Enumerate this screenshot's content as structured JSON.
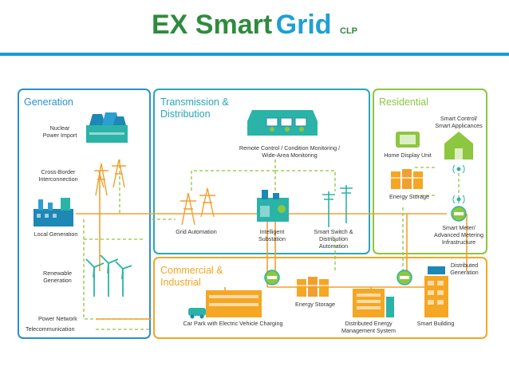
{
  "header": {
    "title_part1": "EX Smart",
    "title_part2": "Grid",
    "title_suffix": "CLP"
  },
  "sections": {
    "generation": "Generation",
    "transmission_line1": "Transmission &",
    "transmission_line2": "Distribution",
    "residential": "Residential",
    "commercial_line1": "Commercial &",
    "commercial_line2": "Industrial"
  },
  "labels": {
    "nuclear_1": "Nuclear",
    "nuclear_2": "Power Import",
    "crossborder_1": "Cross-Border",
    "crossborder_2": "Interconnection",
    "local_generation": "Local Generation",
    "renewable_1": "Renewable",
    "renewable_2": "Generation",
    "remote_1": "Remote Control / Condition Monitoring /",
    "remote_2": "Wide-Area Monitoring",
    "grid_automation": "Grid Automation",
    "substation_1": "Intelligent",
    "substation_2": "Substation",
    "smartswitch_1": "Smart Switch &",
    "smartswitch_2": "Distribution",
    "smartswitch_3": "Automation",
    "home_display": "Home Display Unit",
    "smart_control_1": "Smart Control/",
    "smart_control_2": "Smart Applicances",
    "energy_storage_res": "Energy Storage",
    "smart_meter_1": "Smart Meter/",
    "smart_meter_2": "Advanced Metering",
    "smart_meter_3": "Infrastructure",
    "distributed_gen_1": "Distributed",
    "distributed_gen_2": "Generation",
    "energy_storage_com": "Energy Storage",
    "car_park": "Car Park with Electric Vehicle Charging",
    "dems_1": "Distributed Energy",
    "dems_2": "Management System",
    "smart_building": "Smart Building"
  },
  "legend": {
    "power_network": "Power Network",
    "telecommunication": "Telecommunication"
  },
  "colors": {
    "green_title": "#2e8b3e",
    "blue_title": "#1f9fd6",
    "generation_border": "#2b8fcf",
    "transmission_border": "#2aa6b8",
    "residential_border": "#8dc63f",
    "commercial_border": "#f5a623",
    "power_line": "#f0a030",
    "telecom_line": "#8dc63f",
    "teal": "#2bb3a8"
  }
}
